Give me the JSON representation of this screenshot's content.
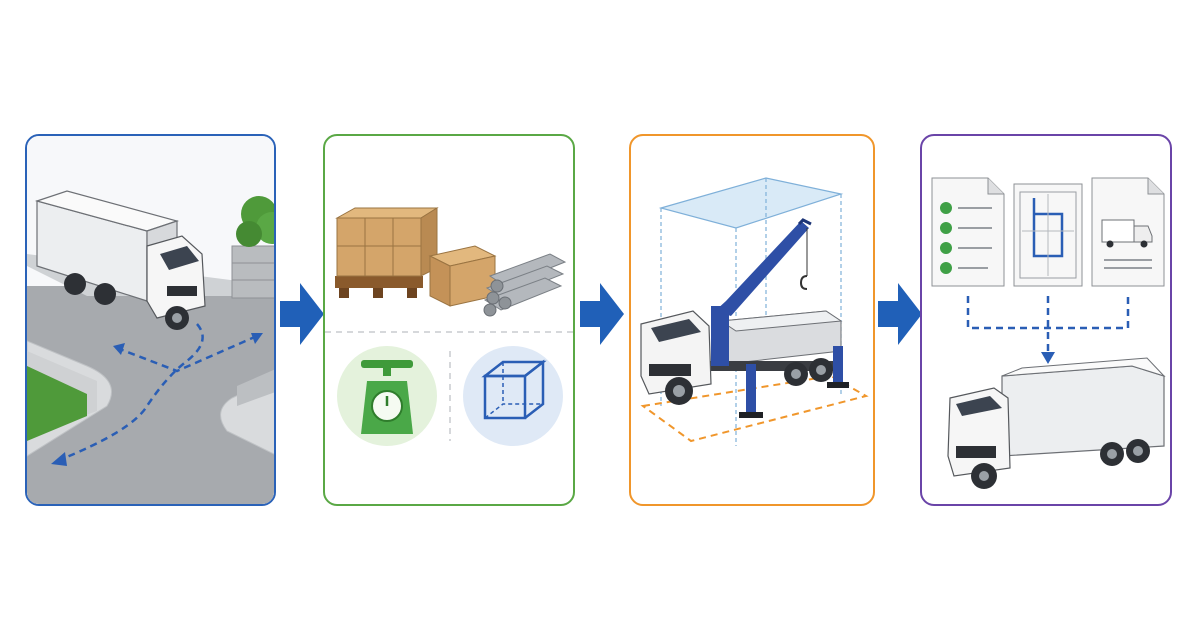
{
  "colors": {
    "panel_1": "#2a62b8",
    "panel_2": "#5aa845",
    "panel_3": "#f0962b",
    "panel_4": "#6a44a8",
    "arrow": "#2060b8",
    "truck_cab": "#f4f4f4",
    "crane": "#2e4fa6",
    "check": "#3fa046"
  },
  "icons": {
    "step_arrow": "arrow-right-icon",
    "check": "check-circle-icon",
    "scale": "weighing-scale-icon",
    "volume": "cube-volume-icon"
  },
  "diagram": {
    "panels": [
      {
        "id": "route",
        "content": [
          "box-truck",
          "intersection",
          "turning-path"
        ]
      },
      {
        "id": "cargo",
        "content": [
          "pallet-of-boxes",
          "single-box",
          "steel-pipes",
          "scale-icon",
          "cube-icon"
        ]
      },
      {
        "id": "crane",
        "content": [
          "crane-truck",
          "clearance-box",
          "outrigger-footprint"
        ]
      },
      {
        "id": "documents",
        "content": [
          "checklist-document",
          "blueprint-document",
          "truck-spec-document",
          "box-truck"
        ]
      }
    ]
  }
}
